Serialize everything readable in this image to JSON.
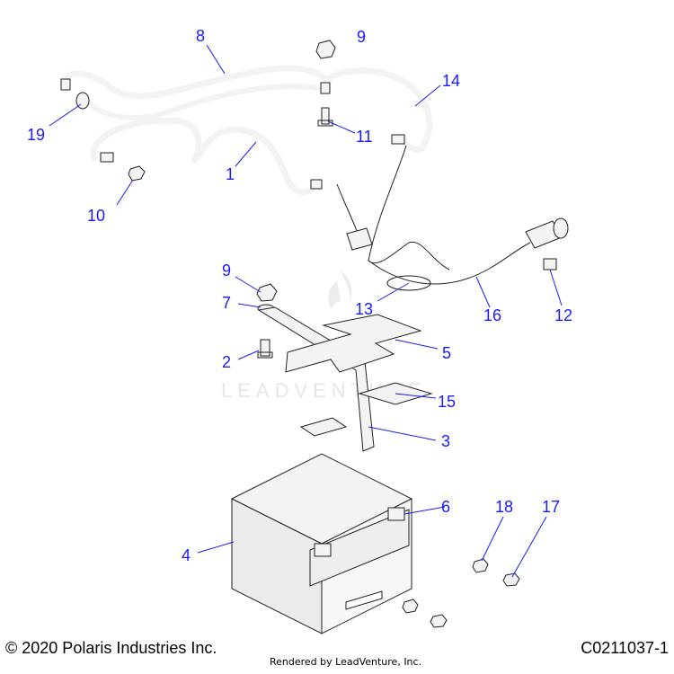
{
  "diagram": {
    "watermark": "LEADVENTURE",
    "callouts": [
      "8",
      "9",
      "14",
      "19",
      "11",
      "1",
      "10",
      "9",
      "7",
      "13",
      "16",
      "12",
      "5",
      "2",
      "15",
      "3",
      "6",
      "18",
      "17",
      "4"
    ]
  },
  "footer": {
    "copyright": "© 2020 Polaris Industries Inc.",
    "rendered_by": "Rendered by LeadVenture, Inc.",
    "code": "C0211037-1"
  }
}
